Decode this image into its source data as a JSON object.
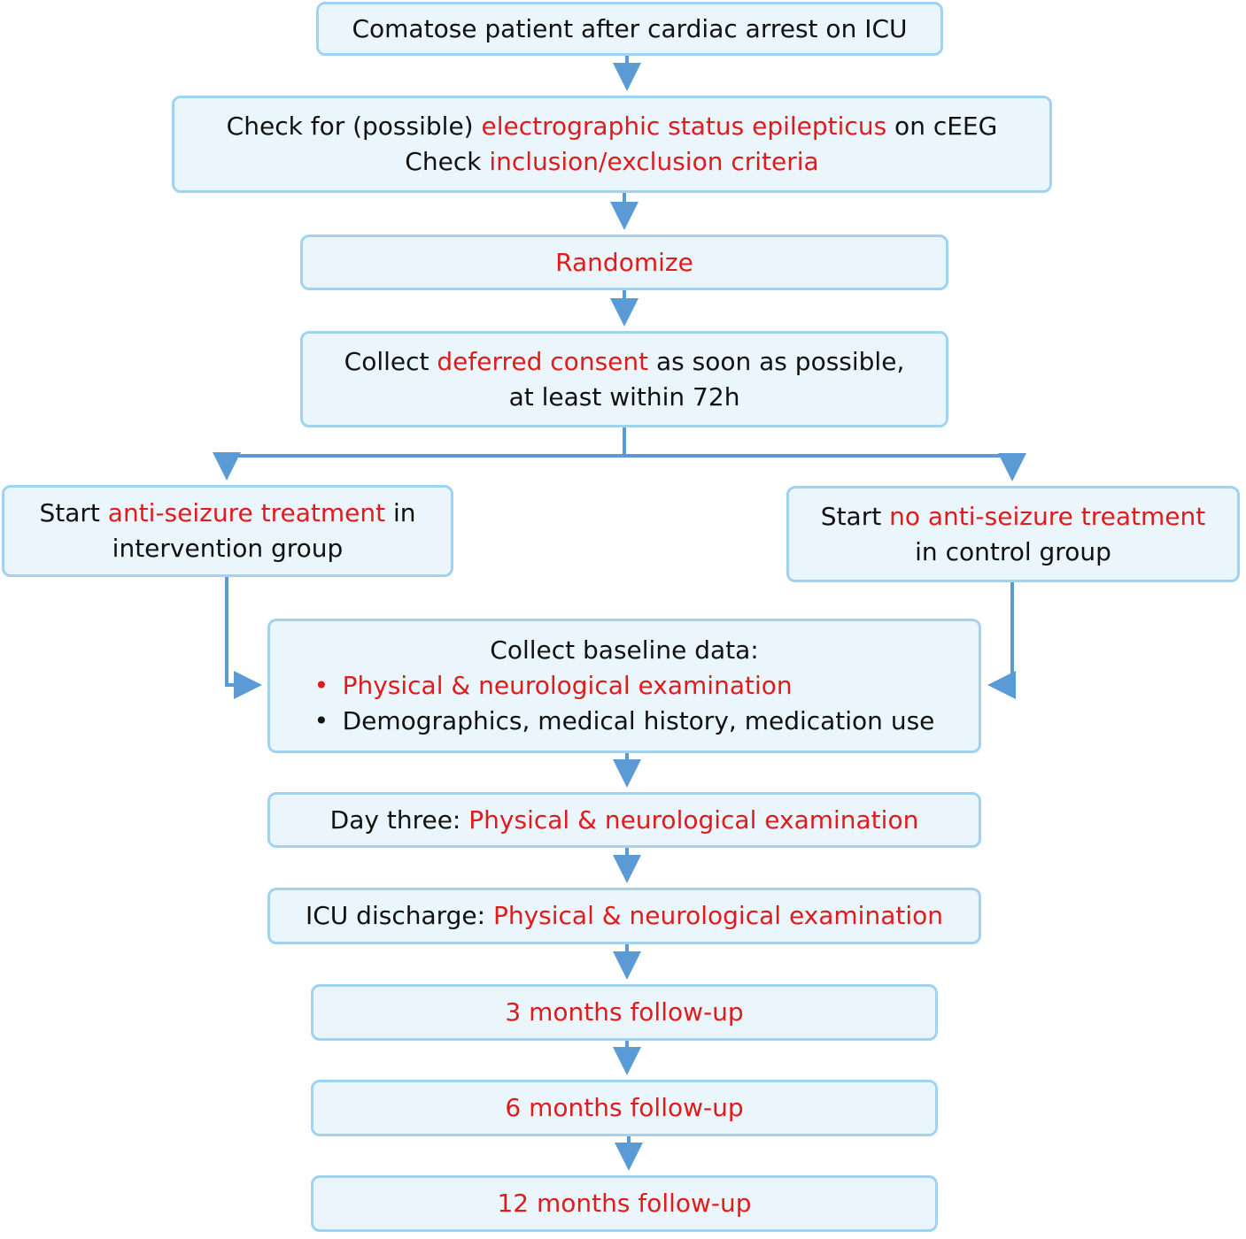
{
  "nodes": {
    "start": {
      "text": "Comatose patient after cardiac arrest on ICU"
    },
    "check": {
      "line1_a": "Check for (possible) ",
      "line1_b": "electrographic status epilepticus",
      "line1_c": " on cEEG",
      "line2_a": "Check ",
      "line2_b": "inclusion/exclusion criteria"
    },
    "randomize": {
      "text": "Randomize"
    },
    "consent": {
      "line1_a": "Collect ",
      "line1_b": "deferred consent",
      "line1_c": " as soon as possible,",
      "line2": "at least within 72h"
    },
    "intervention": {
      "line1_a": "Start ",
      "line1_b": "anti-seizure treatment",
      "line1_c": " in",
      "line2": "intervention group"
    },
    "control": {
      "line1_a": "Start ",
      "line1_b": "no anti-seizure treatment",
      "line2": "in control group"
    },
    "baseline": {
      "title": "Collect baseline data:",
      "bullet1": "Physical & neurological examination",
      "bullet2": "Demographics, medical history, medication use"
    },
    "day_three": {
      "label": "Day three: ",
      "text": "Physical & neurological examination"
    },
    "icu_discharge": {
      "label": "ICU discharge: ",
      "text": "Physical & neurological examination"
    },
    "followup_3": {
      "text": "3 months follow-up"
    },
    "followup_6": {
      "text": "6 months follow-up"
    },
    "followup_12": {
      "text": "12 months follow-up"
    }
  },
  "colors": {
    "box_fill": "#eaf5fc",
    "box_border": "#9fd3f1",
    "arrow": "#5b9bd5",
    "highlight": "#e01b1b",
    "text": "#111111"
  }
}
